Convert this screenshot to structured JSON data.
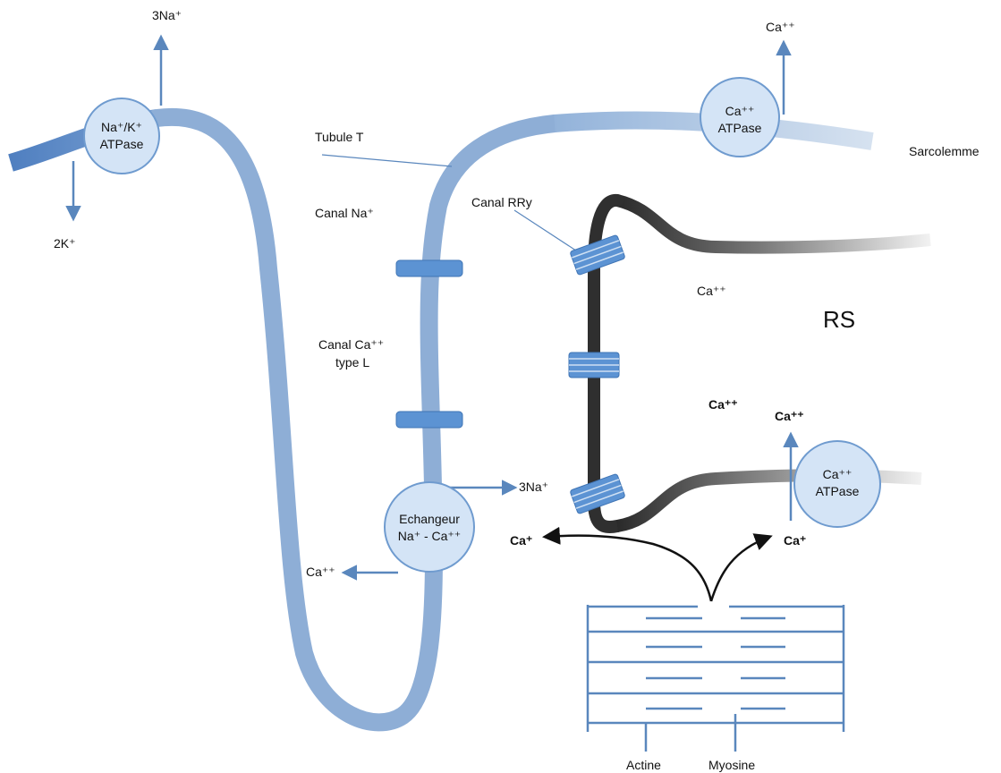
{
  "labels": {
    "na_k_pump_line1": "Na⁺/K⁺",
    "na_k_pump_line2": "ATPase",
    "na_out": "3Na⁺",
    "k_in": "2K⁺",
    "tubule": "Tubule T",
    "canal_na": "Canal Na⁺",
    "canal_ca_line1": "Canal Ca⁺⁺",
    "canal_ca_line2": "type L",
    "canal_rry": "Canal RRy",
    "exchanger_line1": "Echangeur",
    "exchanger_line2": "Na⁺ - Ca⁺⁺",
    "exchanger_na": "3Na⁺",
    "exchanger_ca": "Ca⁺⁺",
    "sarco_pump_line1": "Ca⁺⁺",
    "sarco_pump_line2": "ATPase",
    "sarco_ca_out": "Ca⁺⁺",
    "sarcolemme": "Sarcolemme",
    "rs_ca_upper": "Ca⁺⁺",
    "rs": "RS",
    "rs_ca_lower": "Ca⁺⁺",
    "serca_ca": "Ca⁺⁺",
    "serca_line1": "Ca⁺⁺",
    "serca_line2": "ATPase",
    "ca_left": "Ca⁺",
    "ca_right": "Ca⁺",
    "actine": "Actine",
    "myosine": "Myosine"
  },
  "colors": {
    "membrane": "#8eaed6",
    "membrane_dark": "#5b88c2",
    "pump_fill": "#d4e4f6",
    "pump_stroke": "#6f9bcf",
    "channel": "#5c93d3",
    "arrow": "#5a87bd",
    "rs_dark": "#2f2f2f",
    "sarcomere": "#5a87bd"
  }
}
